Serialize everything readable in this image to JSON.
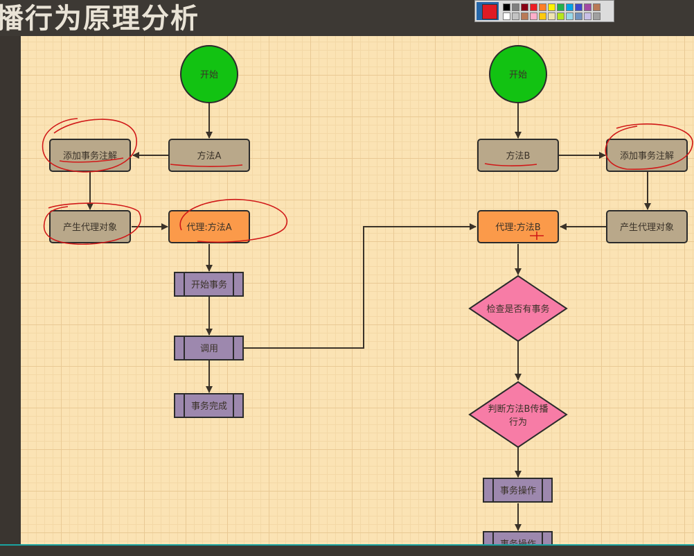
{
  "page": {
    "title": "播行为原理分析"
  },
  "palette": {
    "current_color": "#e01b24",
    "swatches_row1": [
      "#000000",
      "#7f7f7f",
      "#880015",
      "#ed1c24",
      "#ff7f27",
      "#fff200",
      "#22b14c",
      "#00a2e8",
      "#3f48cc",
      "#a349a4",
      "#b97a57"
    ],
    "swatches_row2": [
      "#ffffff",
      "#c3c3c3",
      "#b97a57",
      "#ffaec9",
      "#ffc90e",
      "#efe4b0",
      "#b5e61d",
      "#99d9ea",
      "#7092be",
      "#c8bfe7",
      "#a0a0a0"
    ]
  },
  "colors": {
    "start": "#12c212",
    "process": "#b9a88a",
    "proxy": "#fb9a4a",
    "decision": "#f77ca6",
    "subprocess": "#9d88ae",
    "annotation": "#d01818"
  },
  "flow_left": {
    "start": "开始",
    "method": "方法A",
    "annotation": "添加事务注解",
    "proxy_object": "产生代理对象",
    "proxy_method": "代理:方法A",
    "begin_tx": "开始事务",
    "invoke": "调用",
    "tx_complete": "事务完成"
  },
  "flow_right": {
    "start": "开始",
    "method": "方法B",
    "annotation": "添加事务注解",
    "proxy_object": "产生代理对象",
    "proxy_method": "代理:方法B",
    "check_tx": "检查是否有事务",
    "judge_line1": "判断方法B传播",
    "judge_line2": "行为",
    "tx_op_1": "事务操作",
    "tx_op_2": "事务操作"
  }
}
